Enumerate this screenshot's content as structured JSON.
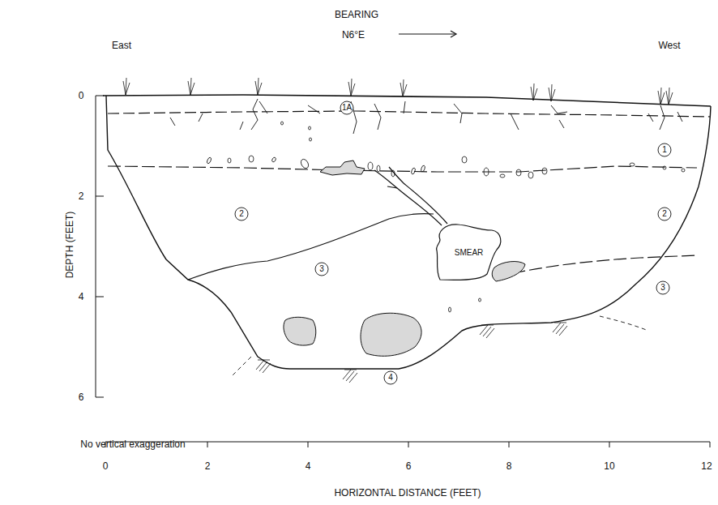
{
  "diagram": {
    "nodes": [
      {
        "text": [
          "SMEAR"
        ]
      }
    ],
    "labels": [
      "BEARING",
      "N6°E",
      "East",
      "West",
      "0",
      "2",
      "4",
      "6",
      "DEPTH (FEET)",
      "No vertical exaggeration",
      "0",
      "2",
      "4",
      "6",
      "8",
      "10",
      "12",
      "HORIZONTAL DISTANCE (FEET)",
      "1A",
      "1",
      "2",
      "2",
      "3",
      "3",
      "4"
    ]
  }
}
